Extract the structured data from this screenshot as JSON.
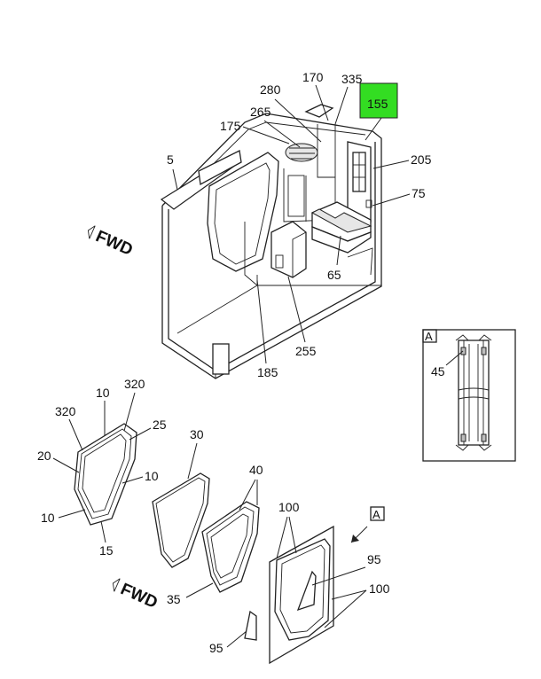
{
  "diagram": {
    "highlight_color": "#33dd22",
    "callouts": {
      "c170": "170",
      "c335": "335",
      "c280": "280",
      "c155": "155",
      "c265": "265",
      "c175": "175",
      "c5": "5",
      "c205": "205",
      "c75": "75",
      "c65": "65",
      "c185": "185",
      "c255": "255",
      "c10a": "10",
      "c320a": "320",
      "c320b": "320",
      "c25": "25",
      "c20": "20",
      "c10b": "10",
      "c10c": "10",
      "c15": "15",
      "c30": "30",
      "c40": "40",
      "c35": "35",
      "c100a": "100",
      "c95a": "95",
      "c100b": "100",
      "c95b": "95",
      "c45": "45"
    },
    "fwd_upper": "FWD",
    "fwd_lower": "FWD",
    "view_label_detail": "A",
    "view_label_arrow": "A"
  }
}
